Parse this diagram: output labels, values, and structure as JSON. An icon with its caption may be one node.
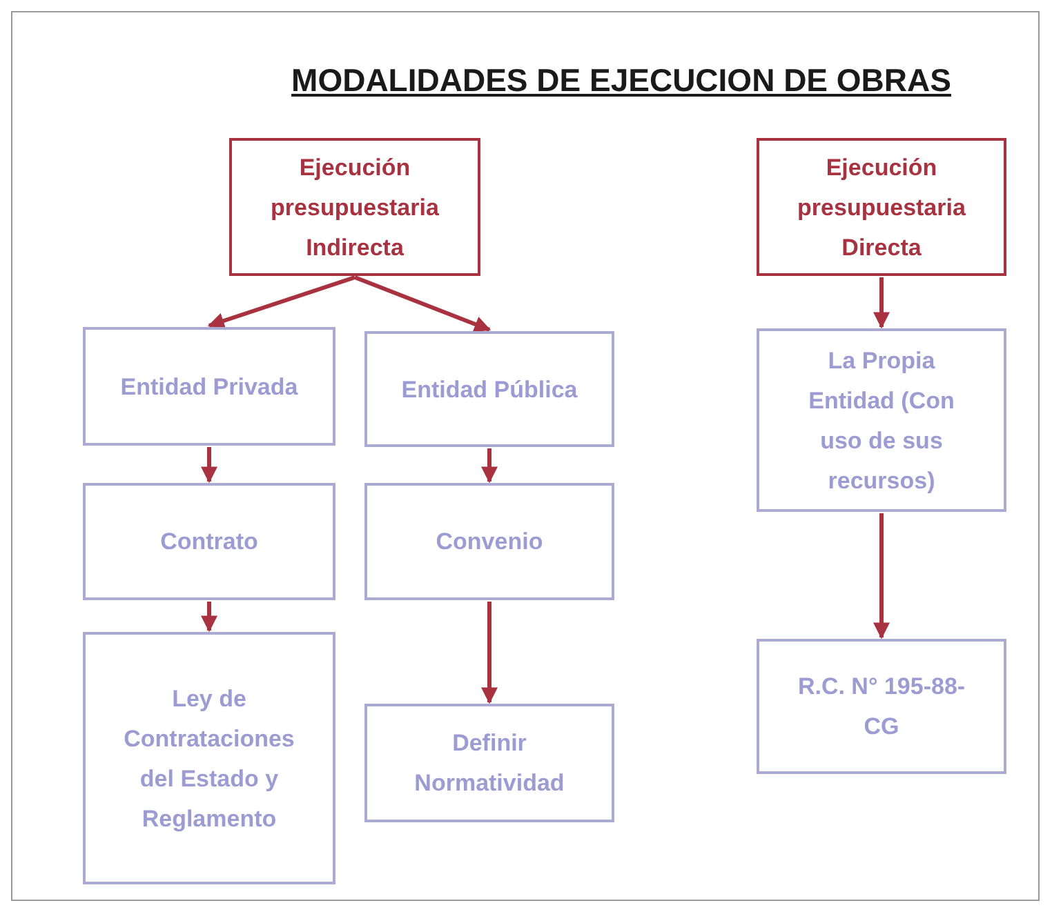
{
  "diagram": {
    "title": "MODALIDADES DE EJECUCION DE OBRAS",
    "nodes": [
      {
        "text": [
          "Ejecución presupuestaria Indirecta"
        ]
      },
      {
        "text": [
          "Ejecución presupuestaria Directa"
        ]
      },
      {
        "text": [
          "Entidad Privada"
        ]
      },
      {
        "text": [
          "Entidad Pública"
        ]
      },
      {
        "text": [
          "Contrato"
        ]
      },
      {
        "text": [
          "Convenio"
        ]
      },
      {
        "text": [
          "Ley de Contrataciones del Estado y Reglamento"
        ]
      },
      {
        "text": [
          "Definir Normatividad"
        ]
      },
      {
        "text": [
          "La Propia Entidad (Con uso de sus recursos)"
        ]
      },
      {
        "text": [
          "R.C. N° 195-88-CG"
        ]
      }
    ],
    "edges": [
      {
        "from": 0,
        "to": 2,
        "arrow": "to"
      },
      {
        "from": 0,
        "to": 3,
        "arrow": "to"
      },
      {
        "from": 2,
        "to": 4,
        "arrow": "to"
      },
      {
        "from": 4,
        "to": 6,
        "arrow": "to"
      },
      {
        "from": 3,
        "to": 5,
        "arrow": "to"
      },
      {
        "from": 5,
        "to": 7,
        "arrow": "to"
      },
      {
        "from": 1,
        "to": 8,
        "arrow": "to"
      },
      {
        "from": 8,
        "to": 9,
        "arrow": "to"
      }
    ]
  }
}
